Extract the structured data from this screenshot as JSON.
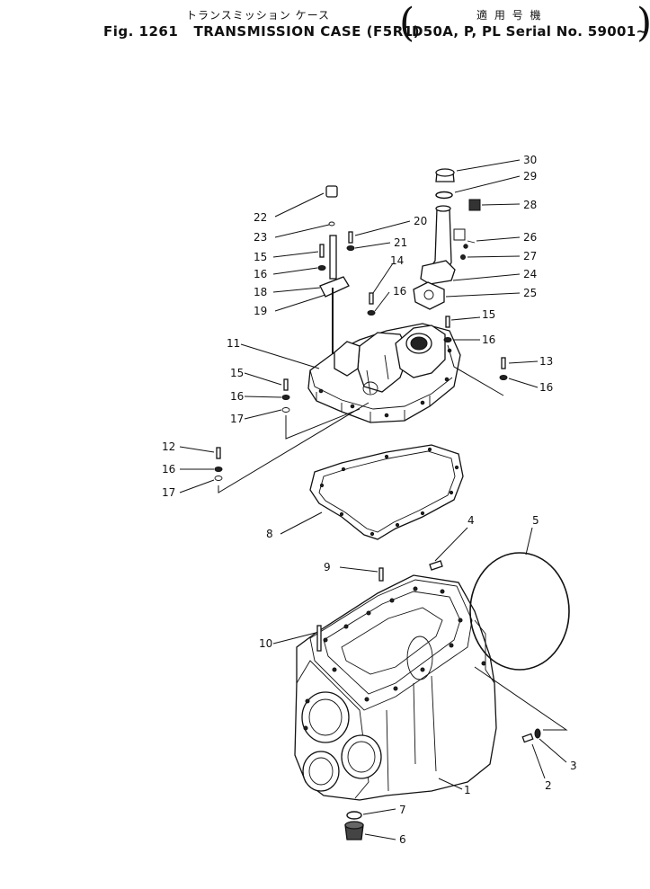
{
  "header": {
    "title_jp": "トランスミッション ケース",
    "applicability_jp": "適 用 号 機",
    "fig_label": "Fig. 1261",
    "title_en": "TRANSMISSION CASE (F5R1)",
    "applicability": "D50A, P, PL Serial No. 59001~"
  },
  "callouts": [
    {
      "id": "30",
      "text": "30"
    },
    {
      "id": "29",
      "text": "29"
    },
    {
      "id": "28",
      "text": "28"
    },
    {
      "id": "22",
      "text": "22"
    },
    {
      "id": "20",
      "text": "20"
    },
    {
      "id": "23",
      "text": "23"
    },
    {
      "id": "21",
      "text": "21"
    },
    {
      "id": "26",
      "text": "26"
    },
    {
      "id": "15a",
      "text": "15"
    },
    {
      "id": "27",
      "text": "27"
    },
    {
      "id": "14",
      "text": "14"
    },
    {
      "id": "16a",
      "text": "16"
    },
    {
      "id": "24",
      "text": "24"
    },
    {
      "id": "18",
      "text": "18"
    },
    {
      "id": "16b",
      "text": "16"
    },
    {
      "id": "25",
      "text": "25"
    },
    {
      "id": "19",
      "text": "19"
    },
    {
      "id": "15b",
      "text": "15"
    },
    {
      "id": "16c",
      "text": "16"
    },
    {
      "id": "11",
      "text": "11"
    },
    {
      "id": "13",
      "text": "13"
    },
    {
      "id": "15c",
      "text": "15"
    },
    {
      "id": "16d",
      "text": "16"
    },
    {
      "id": "16e",
      "text": "16"
    },
    {
      "id": "17a",
      "text": "17"
    },
    {
      "id": "12",
      "text": "12"
    },
    {
      "id": "16f",
      "text": "16"
    },
    {
      "id": "17b",
      "text": "17"
    },
    {
      "id": "8",
      "text": "8"
    },
    {
      "id": "4",
      "text": "4"
    },
    {
      "id": "5",
      "text": "5"
    },
    {
      "id": "9",
      "text": "9"
    },
    {
      "id": "10",
      "text": "10"
    },
    {
      "id": "3",
      "text": "3"
    },
    {
      "id": "2",
      "text": "2"
    },
    {
      "id": "1",
      "text": "1"
    },
    {
      "id": "7",
      "text": "7"
    },
    {
      "id": "6",
      "text": "6"
    }
  ]
}
